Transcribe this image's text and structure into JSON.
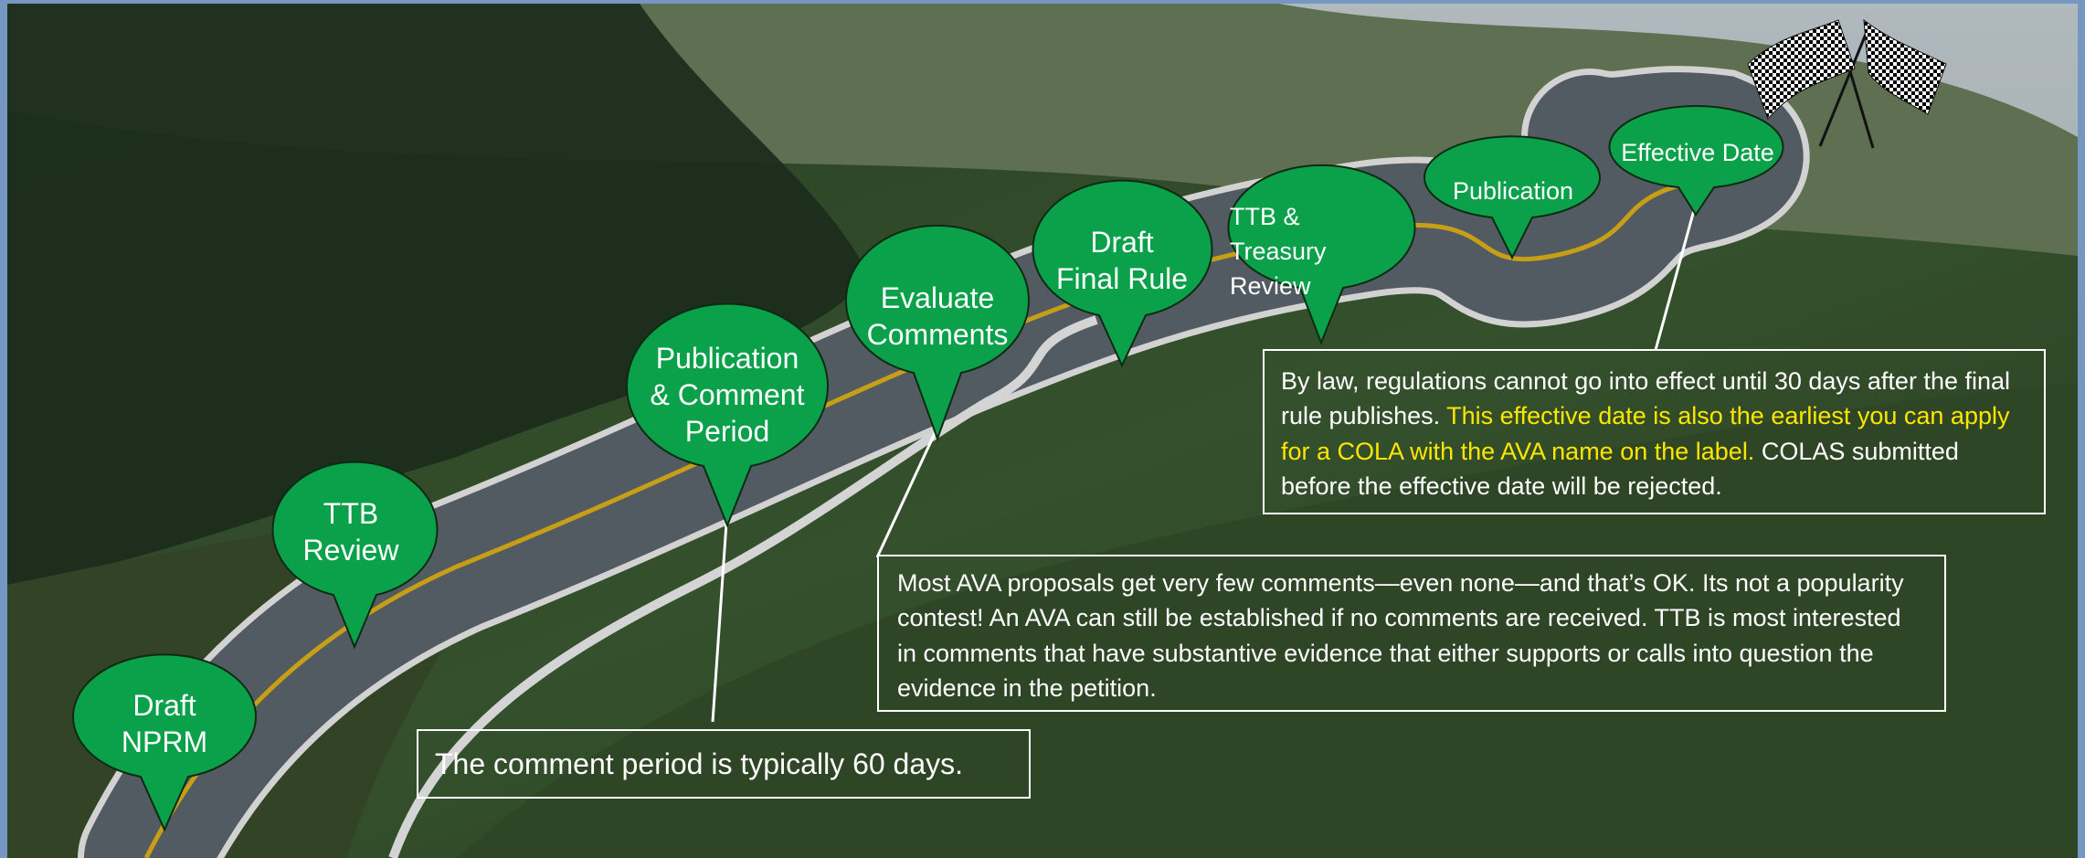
{
  "milestones": [
    {
      "id": "draft-nprm",
      "label": "Draft\nNPRM"
    },
    {
      "id": "ttb-review",
      "label": "TTB\nReview"
    },
    {
      "id": "publication-comment",
      "label": "Publication\n& Comment\nPeriod"
    },
    {
      "id": "evaluate-comments",
      "label": "Evaluate\nComments"
    },
    {
      "id": "draft-final-rule",
      "label": "Draft\nFinal Rule"
    },
    {
      "id": "ttb-treasury-review",
      "label": "TTB &\nTreasury\nReview"
    },
    {
      "id": "publication",
      "label": "Publication"
    },
    {
      "id": "effective-date",
      "label": "Effective Date"
    }
  ],
  "notes": {
    "comment_period": "The comment period is typically 60 days.",
    "comments": "Most AVA proposals get very few comments—even none—and that’s OK. Its not a popularity contest! An AVA can still be established if no comments are received. TTB is most interested in comments that have substantive evidence that either supports or calls into question the evidence in the petition.",
    "effective_part1": "By law,  regulations cannot go into effect until 30 days after the final rule publishes.",
    "effective_highlight": "This effective date is also the earliest you can apply for a COLA with the AVA name on the label.",
    "effective_part2": "COLAS submitted before the effective date will be rejected."
  },
  "colors": {
    "pin_fill": "#0ba14a",
    "pin_stroke": "#0d2a12",
    "highlight_text": "#ffe600",
    "road": "#5e6770",
    "road_edge": "#f2f2f2",
    "center_line": "#e2b51a"
  },
  "icons": {
    "finish": "checkered-flags-icon"
  }
}
